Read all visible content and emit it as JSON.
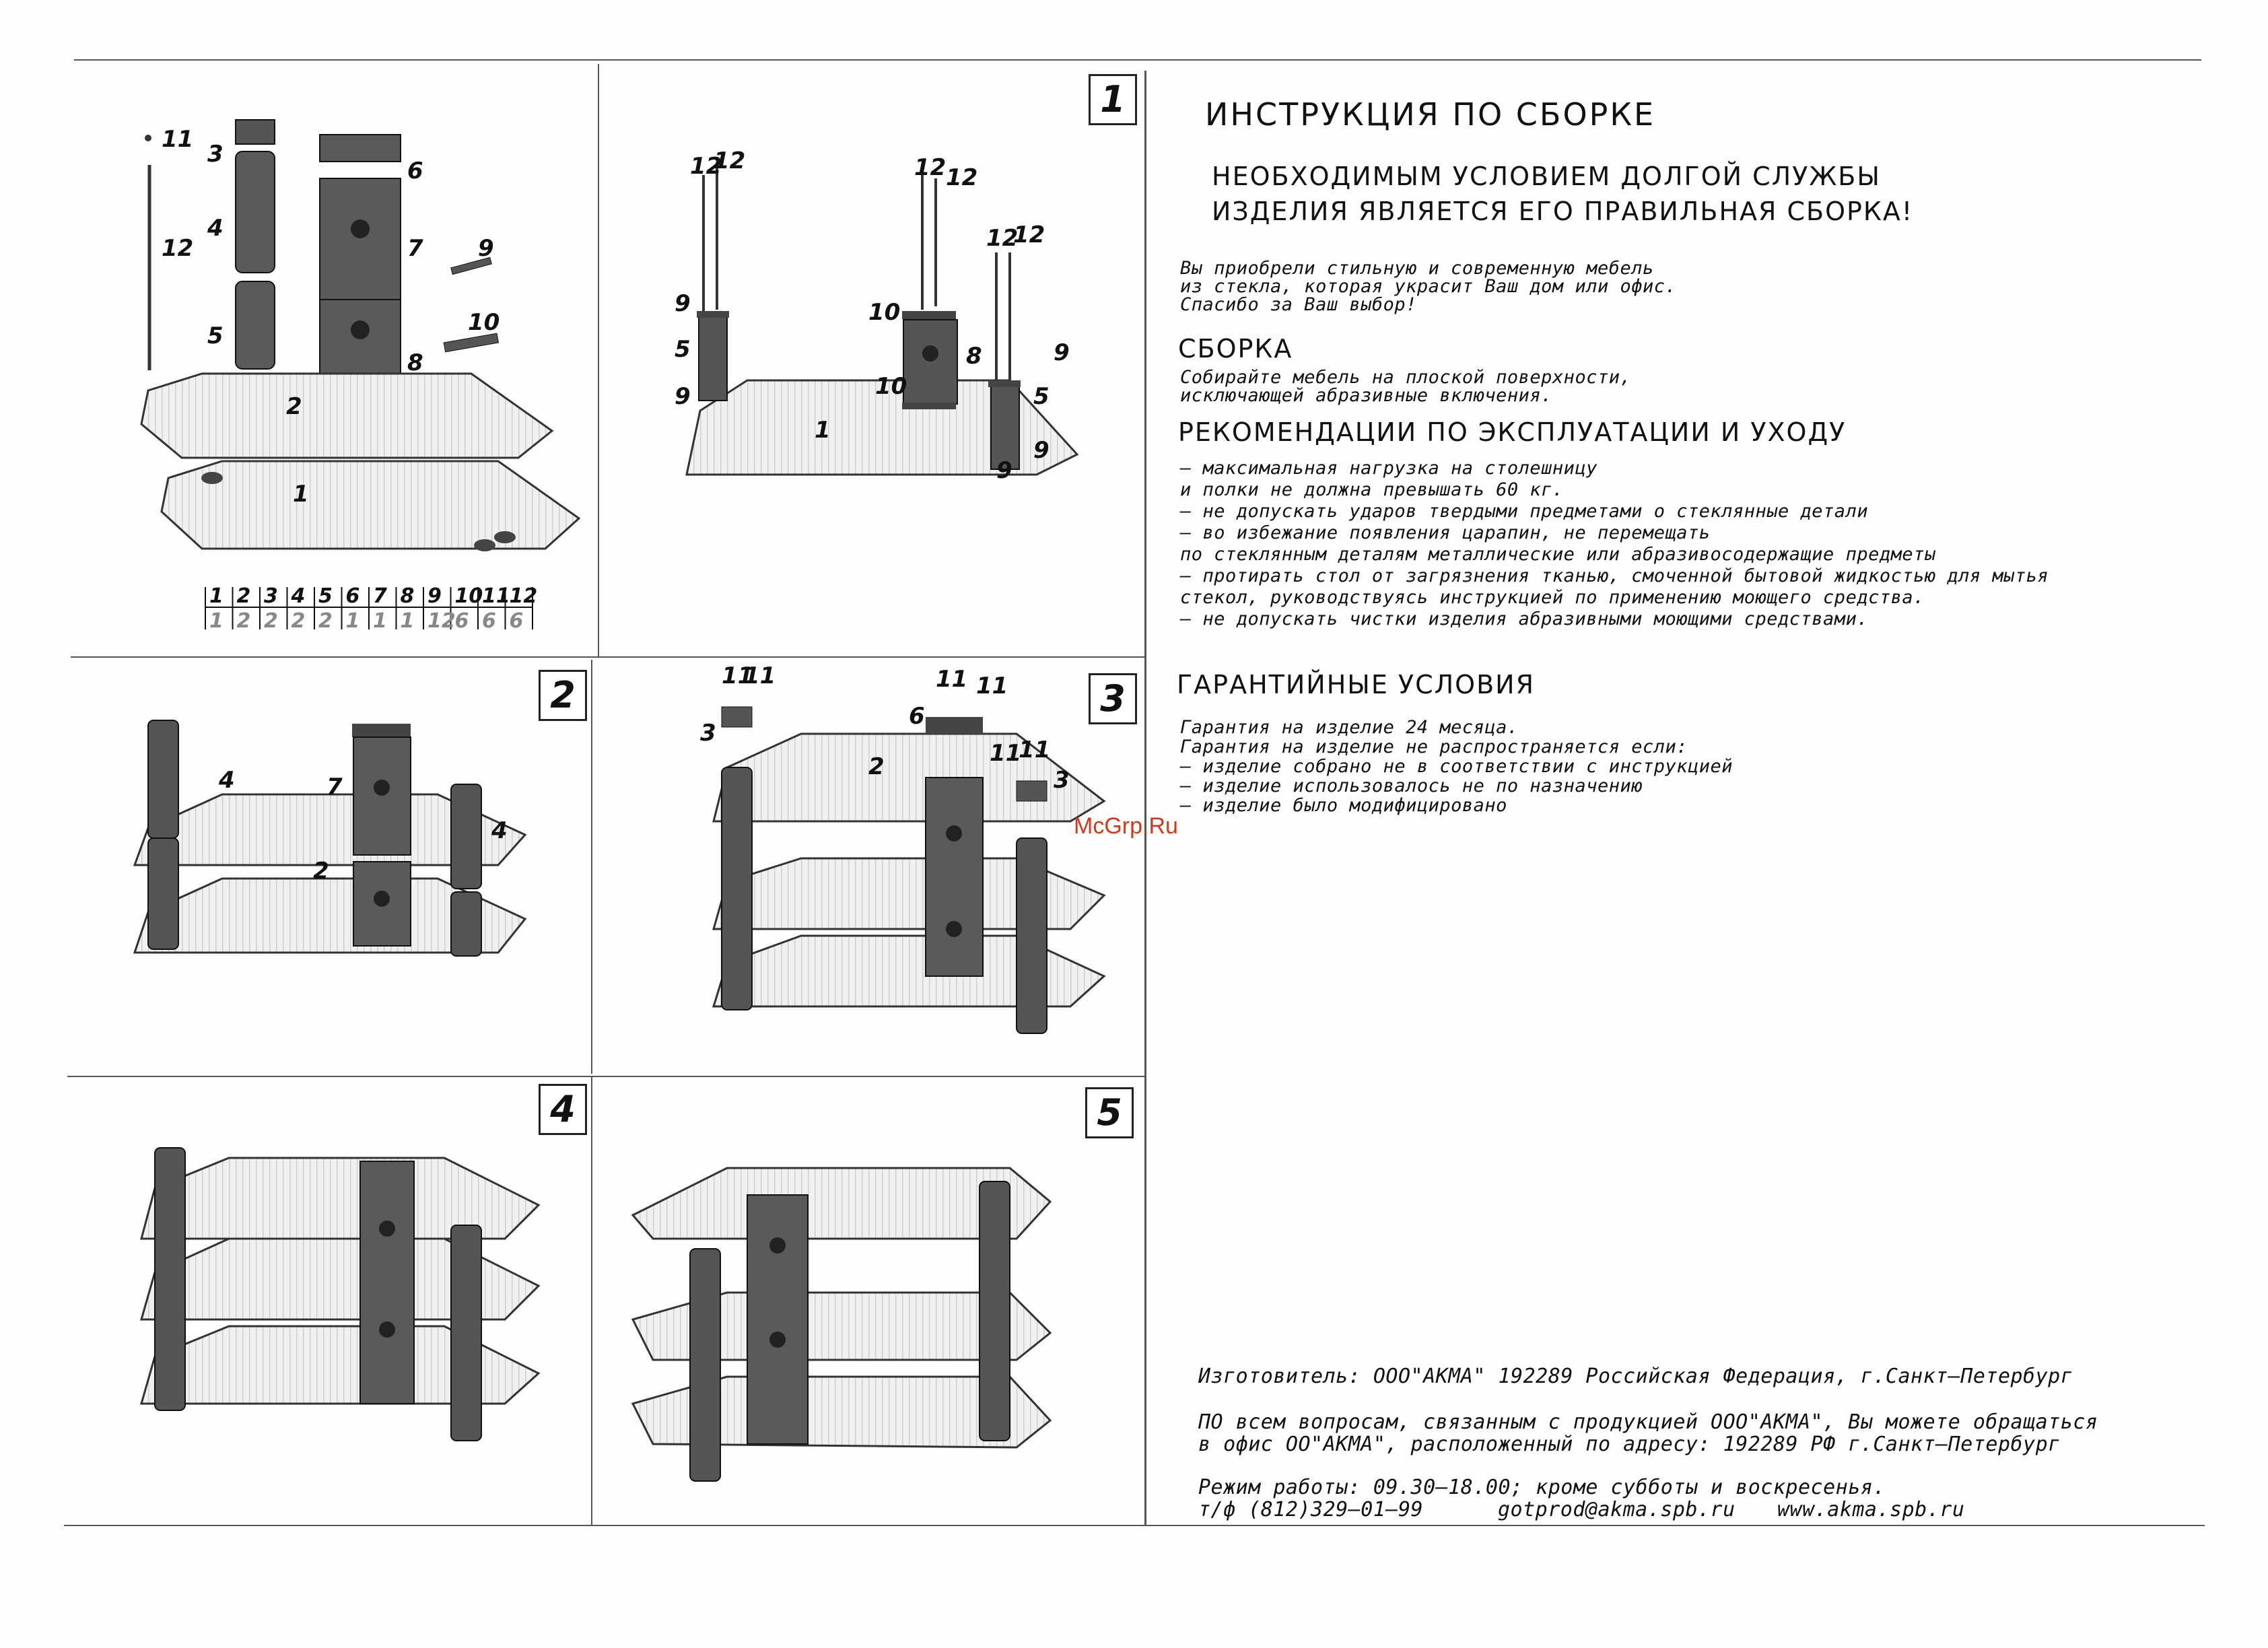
{
  "step_numbers": [
    "1",
    "2",
    "3",
    "4",
    "5"
  ],
  "parts_table": {
    "numbers": [
      "1",
      "2",
      "3",
      "4",
      "5",
      "6",
      "7",
      "8",
      "9",
      "10",
      "11",
      "12"
    ],
    "quantities": [
      "1",
      "2",
      "2",
      "2",
      "2",
      "1",
      "1",
      "1",
      "12",
      "6",
      "6",
      "6"
    ]
  },
  "part_labels": {
    "overview": [
      "11",
      "3",
      "4",
      "12",
      "5",
      "6",
      "7",
      "9",
      "10",
      "8",
      "2",
      "1"
    ],
    "step1": [
      "12",
      "12",
      "12",
      "12",
      "12",
      "12",
      "9",
      "5",
      "9",
      "10",
      "8",
      "9",
      "10",
      "5",
      "9",
      "1",
      "9"
    ],
    "step2": [
      "4",
      "7",
      "4",
      "2"
    ],
    "step3": [
      "11",
      "11",
      "11",
      "11",
      "3",
      "6",
      "2",
      "11",
      "11",
      "3"
    ]
  },
  "instructions": {
    "title": "ИНСТРУКЦИЯ ПО СБОРКЕ",
    "subtitle_lines": [
      "НЕОБХОДИМЫМ УСЛОВИЕМ ДОЛГОЙ СЛУЖБЫ",
      "ИЗДЕЛИЯ ЯВЛЯЕТСЯ ЕГО ПРАВИЛЬНАЯ СБОРКА!"
    ],
    "intro_lines": [
      "Вы приобрели стильную и современную мебель",
      "из стекла, которая украсит Ваш дом или офис.",
      "Спасибо за Ваш выбор!"
    ],
    "assembly_heading": "СБОРКА",
    "assembly_lines": [
      "Собирайте мебель на плоской поверхности,",
      "исключающей абразивные включения."
    ],
    "care_heading": "РЕКОМЕНДАЦИИ ПО ЭКСПЛУАТАЦИИ И УХОДУ",
    "care_lines": [
      "– максимальная нагрузка на столешницу",
      "  и полки не должна превышать 60 кг.",
      "– не допускать ударов твердыми предметами о стеклянные детали",
      "– во избежание появления царапин, не перемещать",
      "  по стеклянным деталям металлические или абразивосодержащие предметы",
      "– протирать стол от загрязнения тканью, смоченной бытовой жидкостью для мытья",
      "  стекол, руководствуясь инструкцией по применению моющего средства.",
      "– не допускать чистки изделия абразивными моющими средствами."
    ],
    "warranty_heading": "ГАРАНТИЙНЫЕ УСЛОВИЯ",
    "warranty_lines": [
      "Гарантия на изделие 24 месяца.",
      "Гарантия на изделие не распространяется если:",
      "– изделие собрано не в соответствии с инструкцией",
      "– изделие использовалось не по назначению",
      "– изделие было модифицировано"
    ],
    "manufacturer_line": "Изготовитель: ООО\"АКМА\" 192289 Российская Федерация, г.Санкт–Петербург",
    "contact_lines": [
      "ПО всем вопросам, связанным с продукцией ООО\"АКМА\", Вы можете обращаться",
      "в офис ОО\"АКМА\", расположенный по адресу: 192289 РФ г.Санкт–Петербург"
    ],
    "hours_line": "Режим работы: 09.30–18.00; кроме субботы и воскресенья.",
    "phone": "т/ф (812)329–01–99",
    "email": "gotprod@akma.spb.ru",
    "website": "www.akma.spb.ru"
  },
  "watermark": "McGrp.Ru",
  "colors": {
    "ink": "#111111",
    "glass_fill": "#e8e8e8",
    "metal_fill": "#555555",
    "watermark": "#d03a1a"
  }
}
